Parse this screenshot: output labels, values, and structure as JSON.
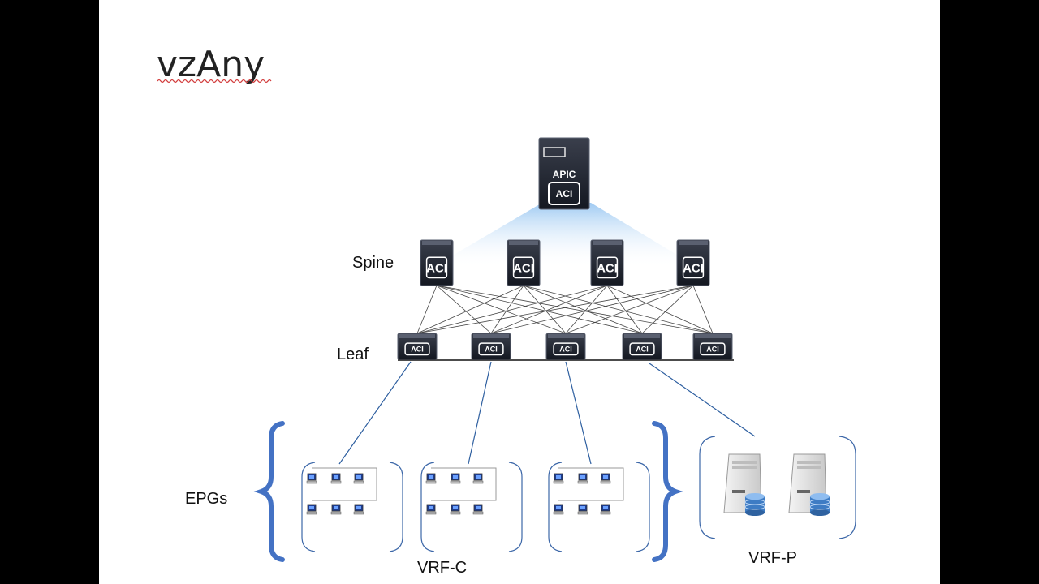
{
  "slide": {
    "title": "vzAny"
  },
  "apic": {
    "label": "APIC",
    "badge": "ACI"
  },
  "tiers": {
    "spine_label": "Spine",
    "leaf_label": "Leaf",
    "epgs_label": "EPGs"
  },
  "spines": [
    {
      "badge": "ACI"
    },
    {
      "badge": "ACI"
    },
    {
      "badge": "ACI"
    },
    {
      "badge": "ACI"
    }
  ],
  "leaves": [
    {
      "badge": "ACI"
    },
    {
      "badge": "ACI"
    },
    {
      "badge": "ACI"
    },
    {
      "badge": "ACI"
    },
    {
      "badge": "ACI"
    }
  ],
  "vrfs": [
    {
      "label": "VRF-C",
      "epg_count": 3
    },
    {
      "label": "VRF-P",
      "server_count": 2
    }
  ],
  "colors": {
    "device": "#1b1f29",
    "device_top": "#5a6070",
    "link": "#2e5fa0",
    "brace": "#4472c4",
    "fabric_line": "#333333",
    "bracket": "#3c67a8",
    "title_underline": "#d23c3c"
  }
}
